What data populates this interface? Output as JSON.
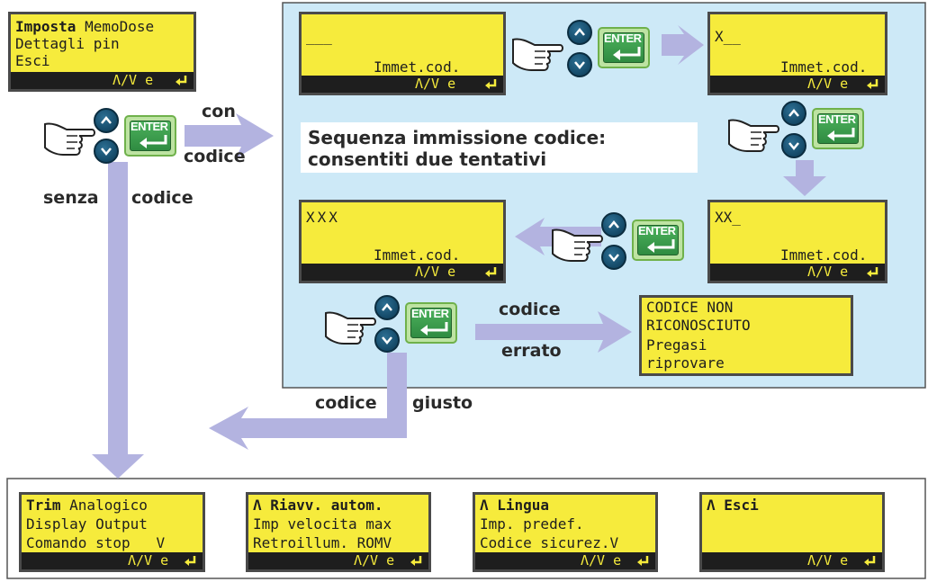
{
  "colors": {
    "lcd_bg": "#f6eb3c",
    "lcd_bar": "#1e1e1e",
    "panel_bg": "#cde9f7",
    "arrow": "#b3b3e0",
    "button_blue": "#174e6d",
    "enter_green": "#35954a"
  },
  "icons": [
    "pointing-hand-icon",
    "up-arrow-button-icon",
    "down-arrow-button-icon",
    "enter-key-icon",
    "return-arrow-icon"
  ],
  "start_display": {
    "line1_bold": "Imposta",
    "line1_rest": " MemoDose",
    "line2": "Dettagli pin",
    "line3": "Esci",
    "hint": "Λ/V e"
  },
  "enter_label": "ENTER",
  "labels": {
    "con": "con",
    "codice_top": "codice",
    "senza": "senza",
    "codice_left": "codice",
    "codice_wrong_1": "codice",
    "errato": "errato",
    "codice_right": "codice",
    "giusto": "giusto"
  },
  "sequence_title": {
    "line1": "Sequenza immissione codice:",
    "line2": "consentiti due tentativi"
  },
  "code_displays": [
    {
      "line1": "___",
      "line2": "Immet.cod.",
      "hint": "Λ/V e"
    },
    {
      "line1": "X__",
      "line2": "Immet.cod.",
      "hint": "Λ/V e"
    },
    {
      "line1": "XX_",
      "line2": "Immet.cod.",
      "hint": "Λ/V e"
    },
    {
      "line1": "XXX",
      "line2": "Immet.cod.",
      "hint": "Λ/V e"
    }
  ],
  "error_display": {
    "line1": "CODICE NON",
    "line2": "RICONOSCIUTO",
    "line3": "Pregasi",
    "line4": "riprovare"
  },
  "menu_displays": [
    {
      "line1_bold": "Trim",
      "line1_rest": " Analogico",
      "line2": "Display Output",
      "line3": "Comando stop   V",
      "hint": "Λ/V e"
    },
    {
      "line1_bold": "Λ Riavv. autom.",
      "line1_rest": "",
      "line2": "Imp velocita max",
      "line3": "Retroillum. ROMV",
      "hint": "Λ/V e"
    },
    {
      "line1_bold": "Λ Lingua",
      "line1_rest": "",
      "line2": "Imp. predef.",
      "line3": "Codice sicurez.V",
      "hint": "Λ/V e"
    },
    {
      "line1_bold": "Λ Esci",
      "line1_rest": "",
      "line2": "",
      "line3": "",
      "hint": "Λ/V e"
    }
  ]
}
